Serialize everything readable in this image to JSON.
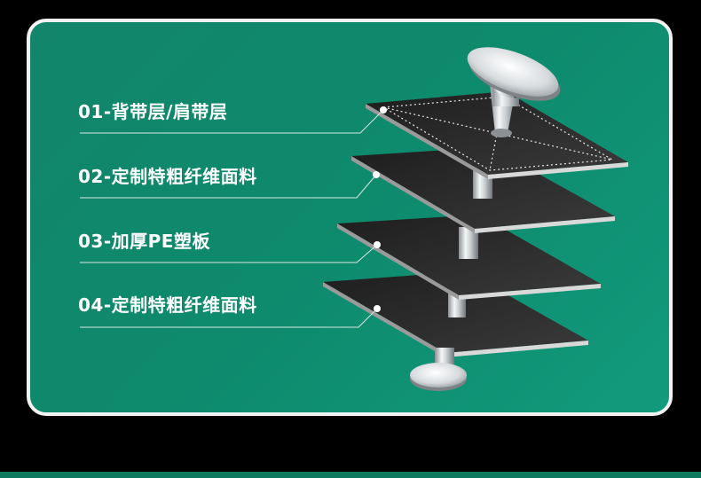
{
  "colors": {
    "background": "#000000",
    "card": "#0e8a6d",
    "card_border": "#f2f2f2",
    "layer_top": "#2a2a2a",
    "layer_edge": "#c9c9c9",
    "leader_line": "#d8e8e2",
    "text": "#ffffff"
  },
  "layers": [
    {
      "id": "01",
      "label": "01-背带层/肩带层"
    },
    {
      "id": "02",
      "label": "02-定制特粗纤维面料"
    },
    {
      "id": "03",
      "label": "03-加厚PE塑板"
    },
    {
      "id": "04",
      "label": "04-定制特粗纤维面料"
    }
  ],
  "icons": {
    "rivet_top": "rivet-head-icon",
    "rivet_bottom": "rivet-base-icon"
  }
}
